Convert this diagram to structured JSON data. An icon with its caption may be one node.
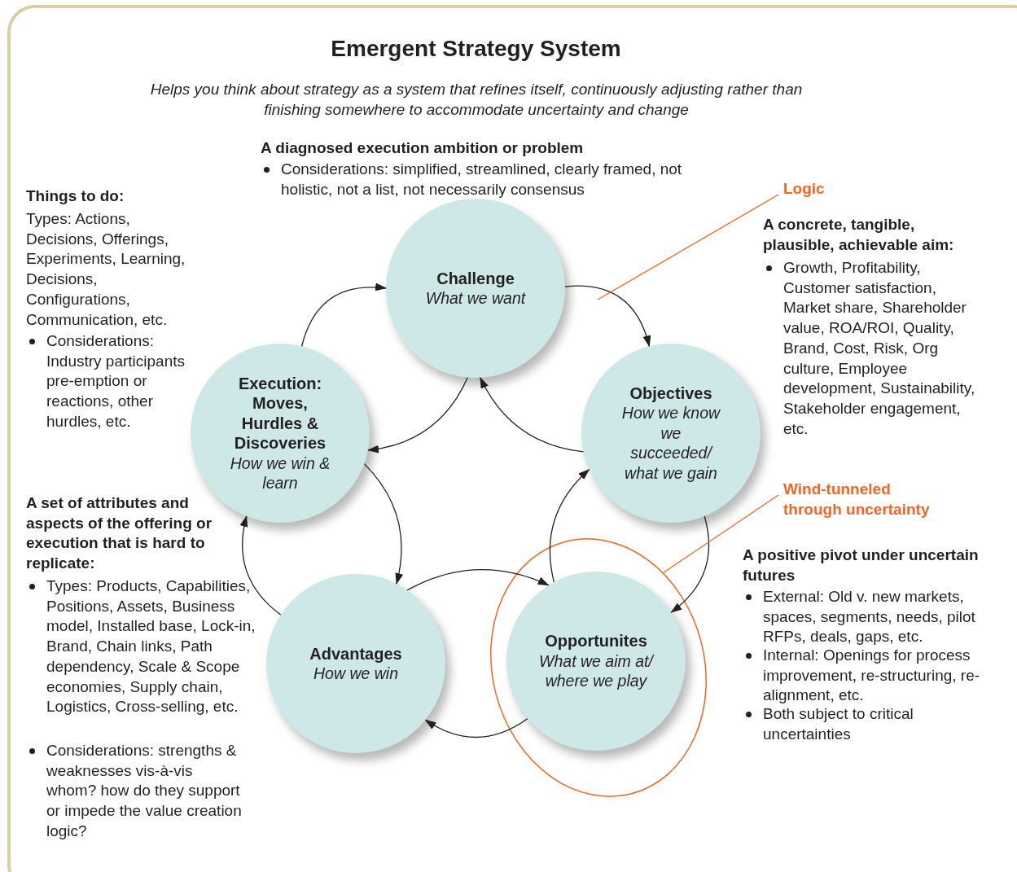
{
  "diagram": {
    "title": "Emergent Strategy System",
    "nodes": [
      {
        "text": [
          "Challenge",
          "What we want"
        ]
      },
      {
        "text": [
          "Logic"
        ]
      },
      {
        "text": [
          "Execution: Moves, Hurdles & Discoveries",
          "How we win & learn"
        ]
      },
      {
        "text": [
          "Objectives",
          "How we know we succeeded/ what we gain"
        ]
      },
      {
        "text": [
          "Wind-tunneled through uncertainty"
        ]
      },
      {
        "text": [],
        "shape": "ellipse"
      },
      {
        "text": [
          "Advantages",
          "How we win"
        ]
      },
      {
        "text": [
          "Opportunites",
          "What we aim at/ where we play"
        ],
        "in": 5
      }
    ],
    "edges": [
      {
        "from": 2,
        "to": 0,
        "arrow": "to"
      },
      {
        "from": 0,
        "to": 3,
        "arrow": "to"
      },
      {
        "from": 0,
        "to": 2,
        "arrow": "to"
      },
      {
        "from": 3,
        "to": 0,
        "arrow": "to"
      },
      {
        "from": 2,
        "to": 6,
        "arrow": "to"
      },
      {
        "from": 6,
        "to": 2,
        "arrow": "to"
      },
      {
        "from": 6,
        "to": 7,
        "arrow": "to"
      },
      {
        "from": 7,
        "to": 6,
        "arrow": "to"
      },
      {
        "from": 7,
        "to": 3,
        "arrow": "to"
      },
      {
        "from": 3,
        "to": 7,
        "arrow": "to"
      },
      {
        "from": 1,
        "to": null,
        "arrow": "none",
        "color": "#f26522"
      },
      {
        "from": 4,
        "to": 5,
        "arrow": "none",
        "color": "#f26522"
      }
    ],
    "labels": [
      "Helps you think about strategy as a system that refines itself, continuously adjusting rather than finishing somewhere to accommodate uncertainty and change",
      "A diagnosed execution ambition or problem",
      "Considerations: simplified, streamlined, clearly framed, not holistic, not a list, not necessarily consensus",
      "Things to do:",
      "Types: Actions, Decisions, Offerings, Experiments, Learning, Decisions, Configurations, Communication, etc.",
      "Considerations: Industry participants pre-emption or reactions, other hurdles, etc.",
      "A concrete, tangible, plausible, achievable aim:",
      "Growth, Profitability, Customer satisfaction, Market share, Shareholder value, ROA/ROI, Quality, Brand, Cost, Risk, Org culture, Employee development, Sustainability, Stakeholder engagement, etc.",
      "A set of attributes and aspects of the offering or execution that is hard to replicate:",
      "Types: Products, Capabilities, Positions, Assets, Business model, Installed base, Lock-in, Brand, Chain links, Path dependency, Scale & Scope economies, Supply chain, Logistics, Cross-selling, etc.",
      "Considerations: strengths & weaknesses vis-à-vis whom? how do they support or impede the value creation logic?",
      "A positive pivot under uncertain futures",
      "External: Old v. new markets, spaces, segments, needs, pilot RFPs, deals, gaps, etc.",
      "Internal: Openings for process improvement, re-structuring, re-alignment, etc.",
      "Both subject to critical uncertainties"
    ]
  }
}
